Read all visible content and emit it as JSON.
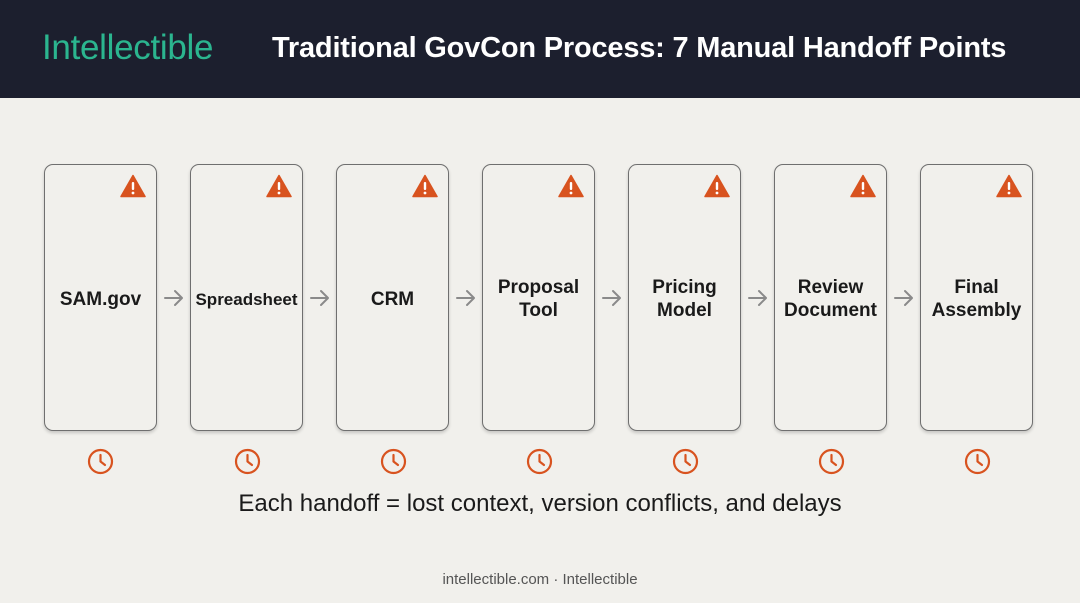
{
  "header": {
    "logo": "Intellectible",
    "title": "Traditional GovCon Process: 7 Manual Handoff Points"
  },
  "steps": [
    {
      "label": "SAM.gov"
    },
    {
      "label": "Spreadsheet"
    },
    {
      "label": "CRM"
    },
    {
      "label": "Proposal\nTool"
    },
    {
      "label": "Pricing\nModel"
    },
    {
      "label": "Review\nDocument"
    },
    {
      "label": "Final\nAssembly"
    }
  ],
  "caption": "Each handoff = lost context, version conflicts, and delays",
  "footer": "intellectible.com · Intellectible",
  "colors": {
    "header_bg": "#1c1f2e",
    "logo": "#2bb58f",
    "warning": "#d8531f",
    "clock": "#d8531f",
    "arrow": "#8a8a8a"
  },
  "icons": {
    "step_badge": "warning-triangle-icon",
    "handoff": "clock-icon",
    "connector": "arrow-right-icon"
  }
}
